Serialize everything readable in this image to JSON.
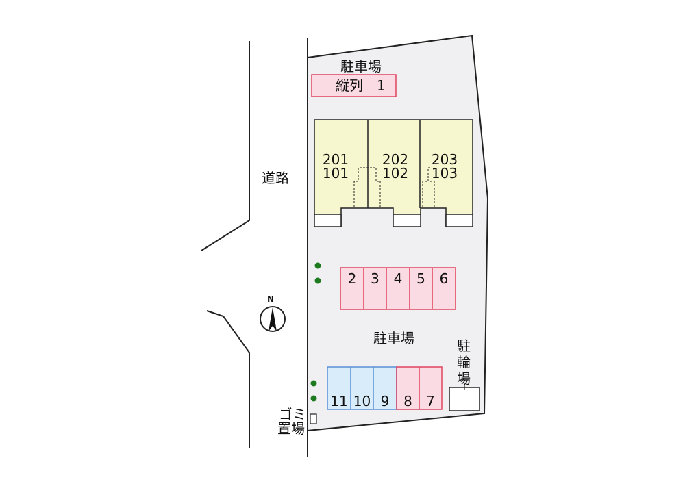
{
  "labels": {
    "top_parking": "駐車場",
    "tandem_stall": "縦列　1",
    "road": "道路",
    "main_parking": "駐車場",
    "bicycle_parking": "駐輪場",
    "garbage_line1": "ゴミ",
    "garbage_line2": "置場",
    "north": "N"
  },
  "units": [
    {
      "upper": "201",
      "lower": "101"
    },
    {
      "upper": "202",
      "lower": "102"
    },
    {
      "upper": "203",
      "lower": "103"
    }
  ],
  "stalls_row_top": [
    "2",
    "3",
    "4",
    "5",
    "6"
  ],
  "stalls_row_bottom_blue": [
    "11",
    "10",
    "9"
  ],
  "stalls_row_bottom_pink": [
    "8",
    "7"
  ],
  "colors": {
    "lot_fill": "#f0f0f2",
    "building_fill": "#f7f7cf",
    "pink_stall_fill": "#fbdbe3",
    "pink_stall_stroke": "#e0435f",
    "blue_stall_fill": "#d9ecfa",
    "blue_stall_stroke": "#5b8fd6",
    "tree_green": "#1e7a1e",
    "line": "#222222"
  }
}
